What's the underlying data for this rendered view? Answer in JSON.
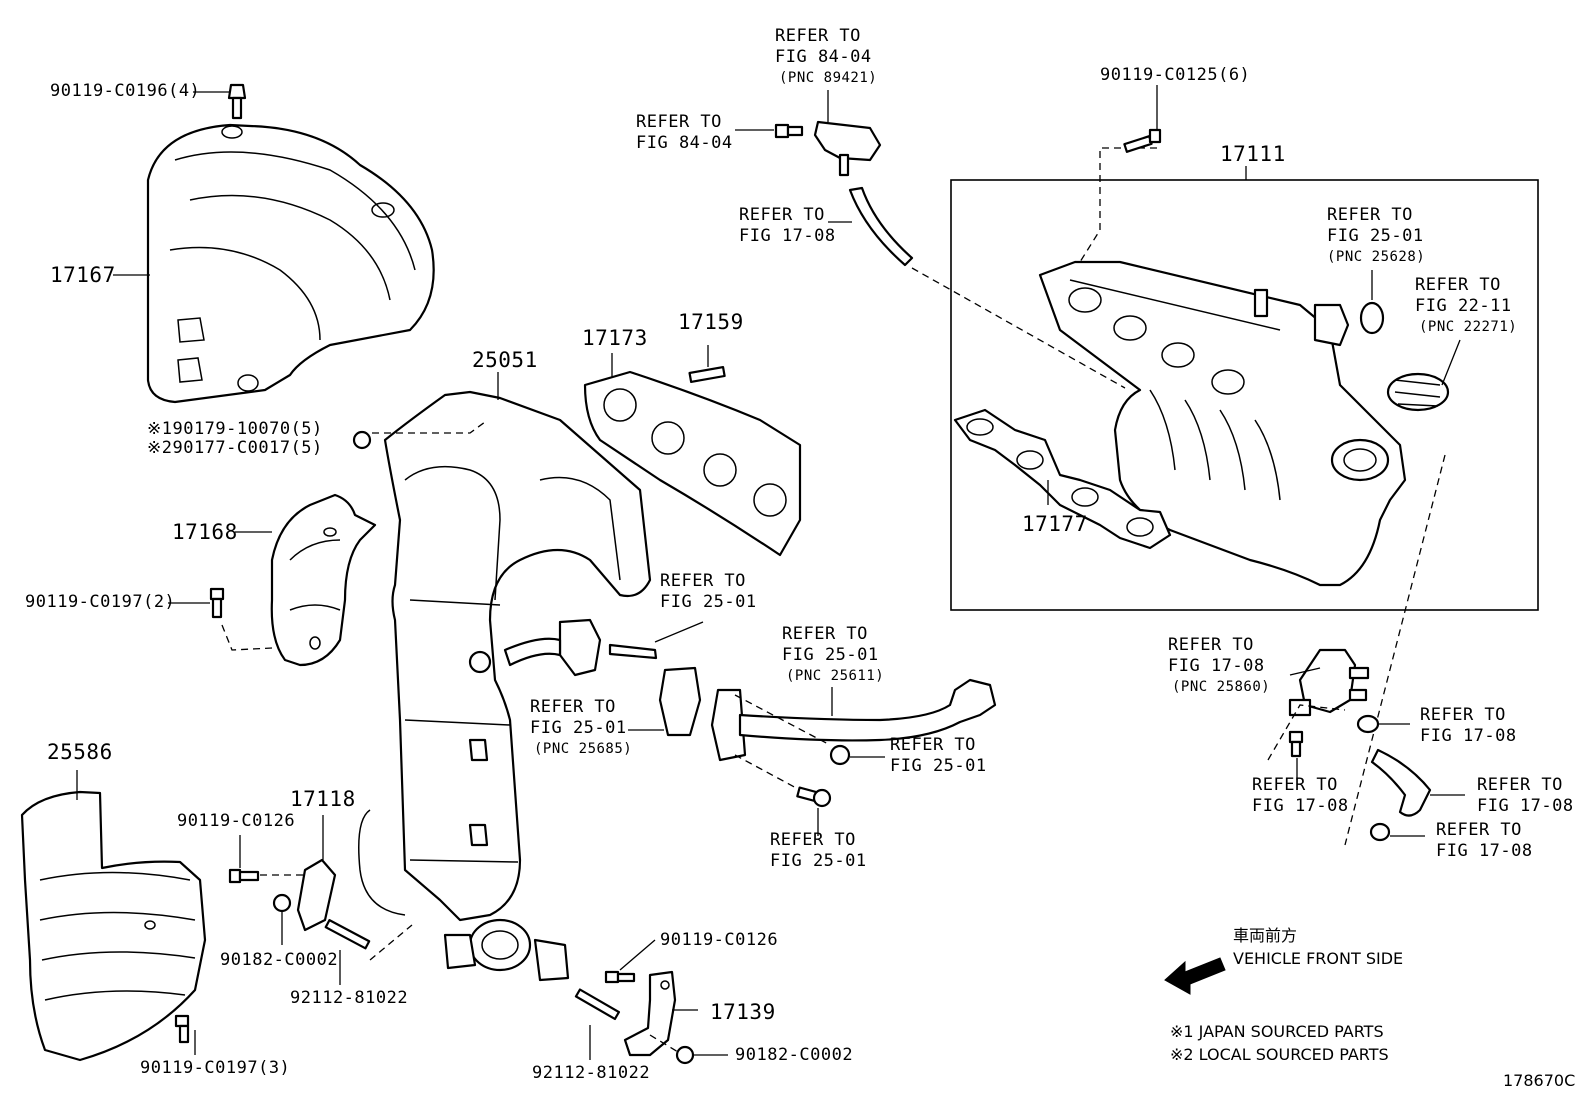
{
  "labels": {
    "l1": "90119-C0196(4)",
    "l2": "17167",
    "l3": "※190179-10070(5)",
    "l4": "※290177-C0017(5)",
    "l5": "17168",
    "l6": "90119-C0197(2)",
    "l7": "25586",
    "l8": "90119-C0197(3)",
    "l9": "25051",
    "l10": "17173",
    "l11": "17159",
    "l12": "REFER TO",
    "l13": "FIG 84-04",
    "l14": "(PNC 89421)",
    "l15": "REFER TO",
    "l16": "FIG 84-04",
    "l17": "REFER TO",
    "l18": "FIG 17-08",
    "l19": "90119-C0125(6)",
    "l20": "17111",
    "l21": "REFER TO",
    "l22": "FIG 25-01",
    "l23": "(PNC 25628)",
    "l24": "REFER TO",
    "l25": "FIG 22-11",
    "l26": "(PNC 22271)",
    "l27": "17177",
    "l28": "REFER TO",
    "l29": "FIG 25-01",
    "l30": "REFER TO",
    "l31": "FIG 25-01",
    "l32": "(PNC 25611)",
    "l33": "REFER TO",
    "l34": "FIG 25-01",
    "l35": "(PNC 25685)",
    "l36": "REFER TO",
    "l37": "FIG 25-01",
    "l38": "REFER TO",
    "l39": "FIG 25-01",
    "l40": "90119-C0126",
    "l41": "17118",
    "l42": "90182-C0002",
    "l43": "92112-81022",
    "l44": "90119-C0126",
    "l45": "17139",
    "l46": "90182-C0002",
    "l47": "92112-81022",
    "l48": "REFER TO",
    "l49": "FIG 17-08",
    "l50": "(PNC 25860)",
    "l51": "REFER TO",
    "l52": "FIG 17-08",
    "l53": "REFER TO",
    "l54": "FIG 17-08",
    "l55": "REFER TO",
    "l56": "FIG 17-08",
    "l57": "REFER TO",
    "l58": "FIG 17-08"
  },
  "legend": {
    "front_jp": "車両前方",
    "front_en": "VEHICLE FRONT SIDE",
    "note1": "※1 JAPAN SOURCED PARTS",
    "note2": "※2 LOCAL SOURCED PARTS"
  },
  "figure_id": "178670C"
}
